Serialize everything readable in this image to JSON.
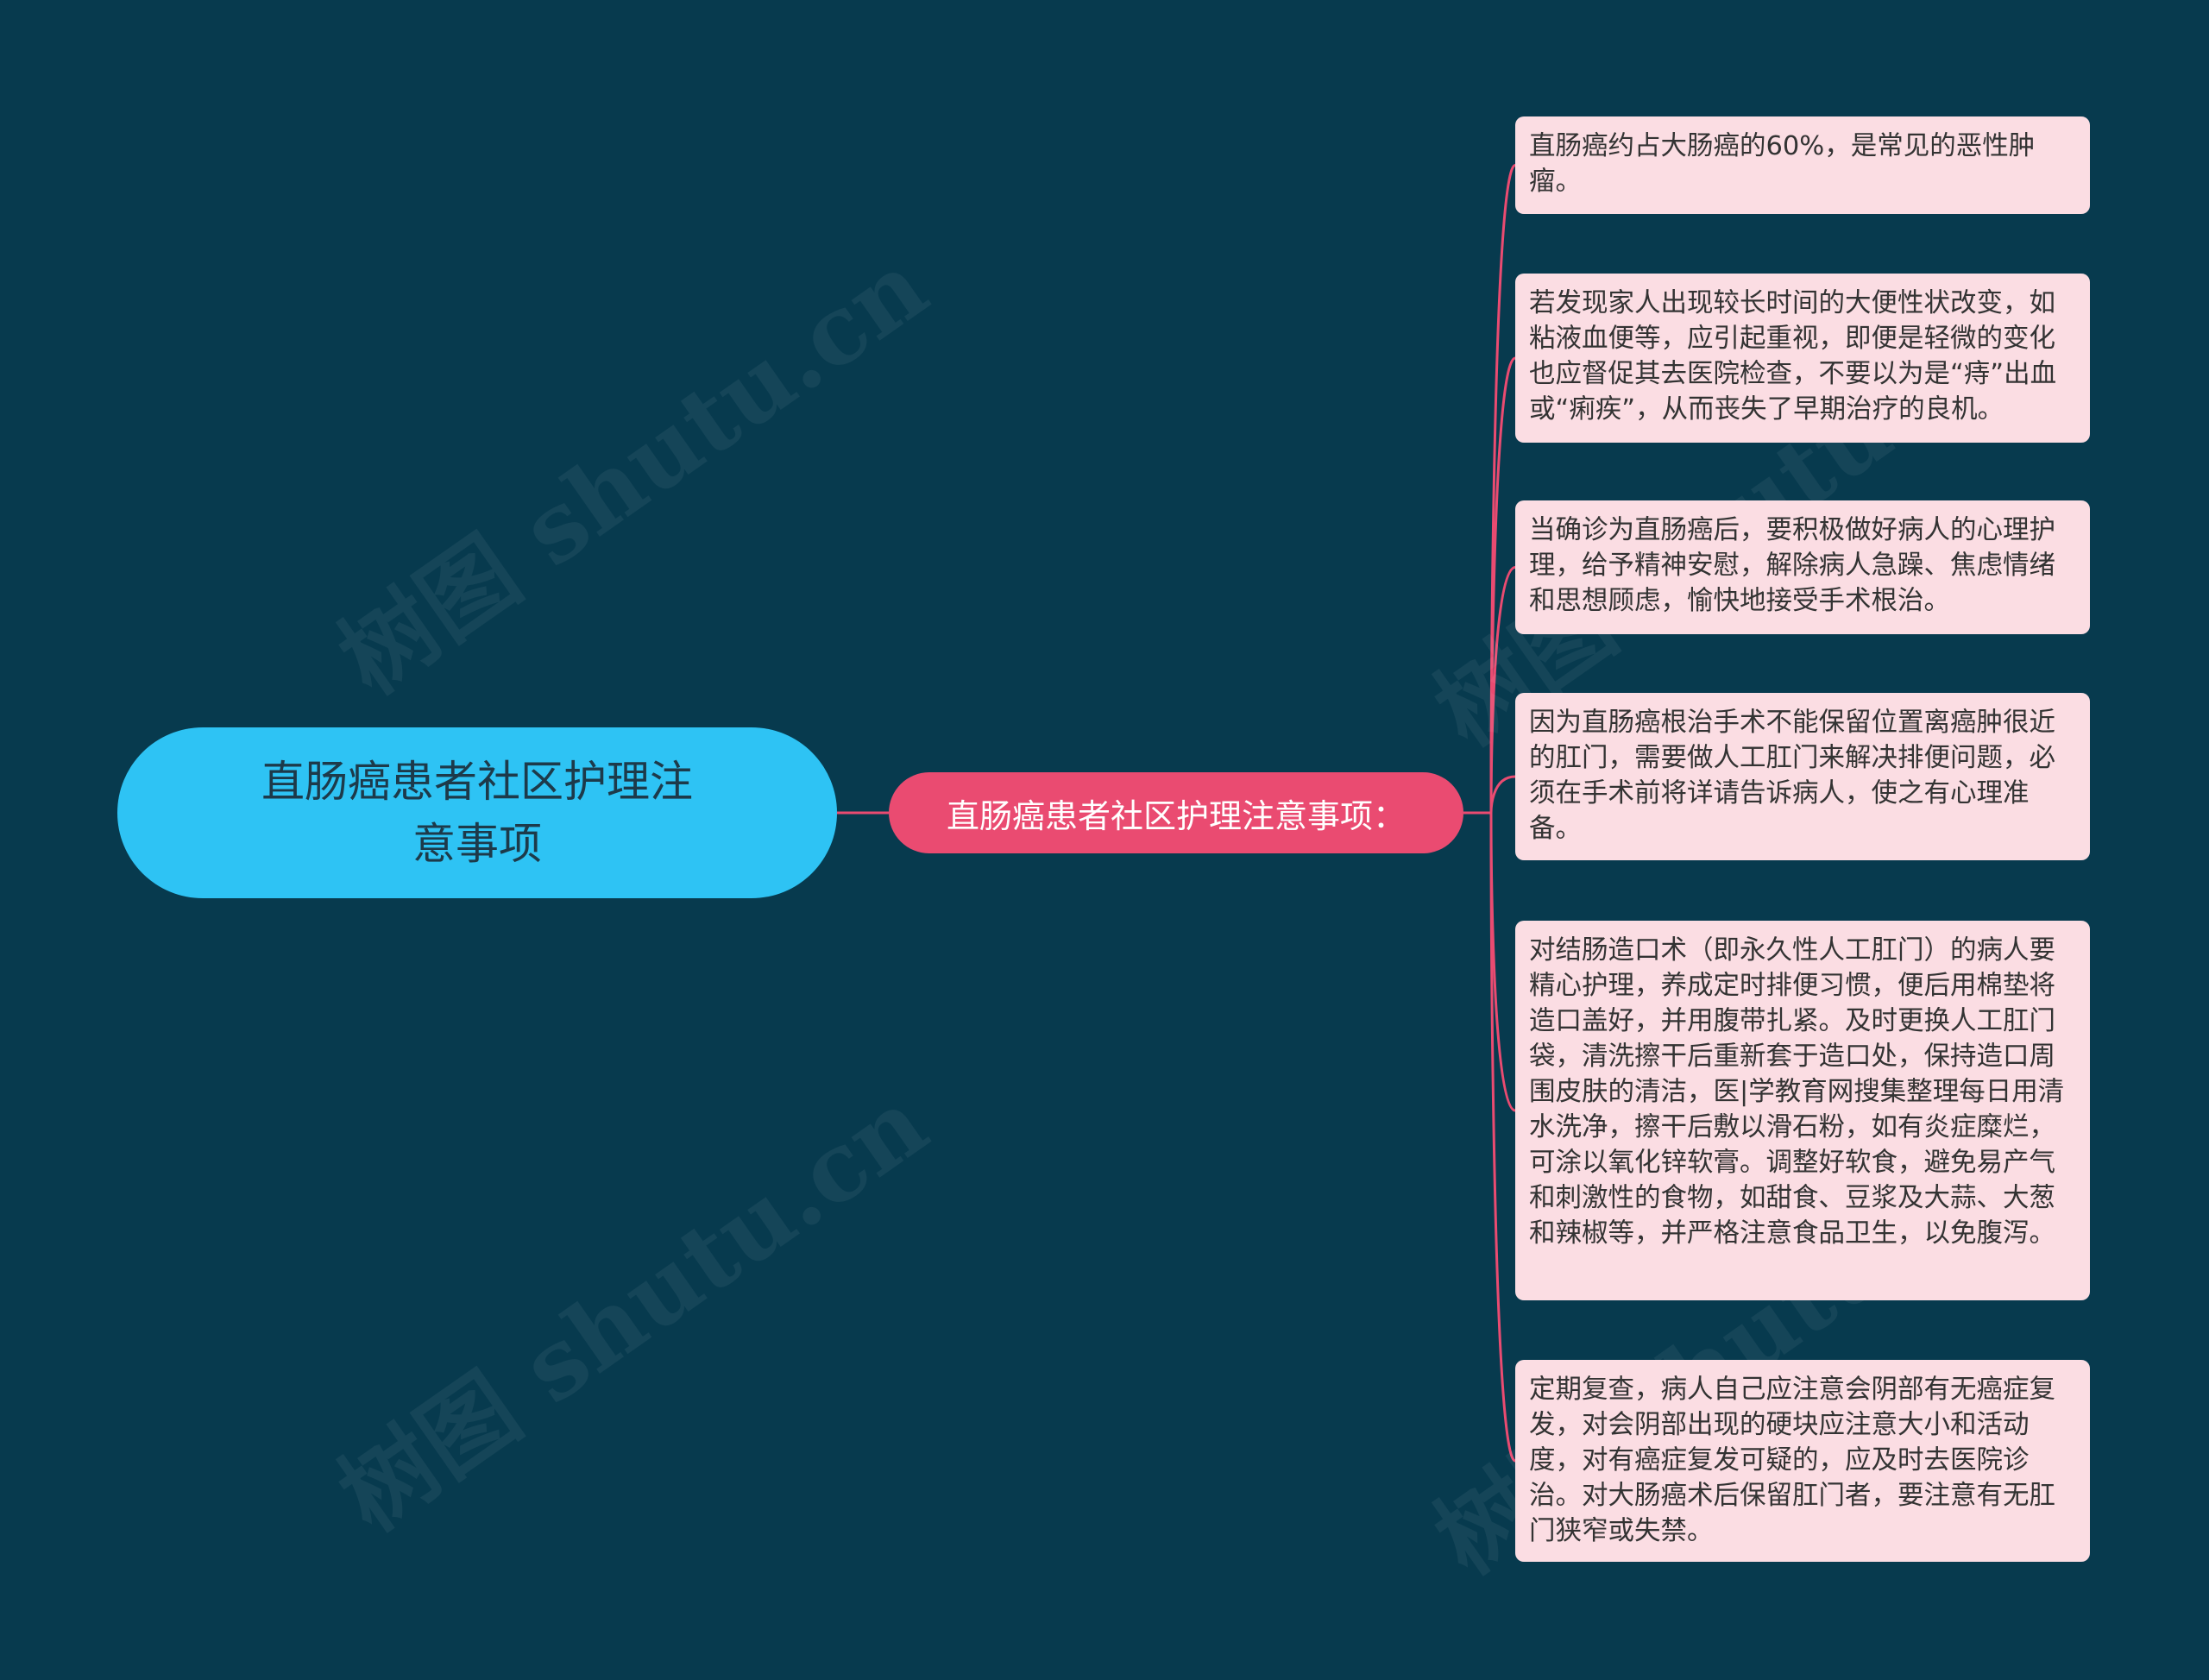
{
  "root": {
    "label": "直肠癌患者社区护理注意事项"
  },
  "branch": {
    "label": "直肠癌患者社区护理注意事项："
  },
  "leaves": [
    "直肠癌约占大肠癌的60%，是常见的恶性肿瘤。",
    "若发现家人出现较长时间的大便性状改变，如粘液血便等，应引起重视，即便是轻微的变化也应督促其去医院检查，不要以为是“痔”出血或“痢疾”，从而丧失了早期治疗的良机。",
    "当确诊为直肠癌后，要积极做好病人的心理护理，给予精神安慰，解除病人急躁、焦虑情绪和思想顾虑，愉快地接受手术根治。",
    "因为直肠癌根治手术不能保留位置离癌肿很近的肛门，需要做人工肛门来解决排便问题，必须在手术前将详请告诉病人，使之有心理准备。",
    "对结肠造口术（即永久性人工肛门）的病人要精心护理，养成定时排便习惯，便后用棉垫将造口盖好，并用腹带扎紧。及时更换人工肛门袋，清洗擦干后重新套于造口处，保持造口周围皮肤的清洁，医|学教育网搜集整理每日用清水洗净，擦干后敷以滑石粉，如有炎症糜烂，可涂以氧化锌软膏。调整好软食，避免易产气和刺激性的食物，如甜食、豆浆及大蒜、大葱和辣椒等，并严格注意食品卫生，以免腹泻。",
    "定期复查，病人自己应注意会阴部有无癌症复发，对会阴部出现的硬块应注意大小和活动度，对有癌症复发可疑的，应及时去医院诊治。对大肠癌术后保留肛门者，要注意有无肛门狭窄或失禁。"
  ],
  "watermarks": [
    "树图 shutu.cn",
    "树图 shutu.cn",
    "树图 shutu.cn",
    "树图 shutu.cn"
  ],
  "colors": {
    "background": "#073a4e",
    "root_fill": "#2ec3f4",
    "branch_fill": "#ea4b71",
    "leaf_fill": "#fbdde3",
    "connector": "#ea4b71"
  }
}
